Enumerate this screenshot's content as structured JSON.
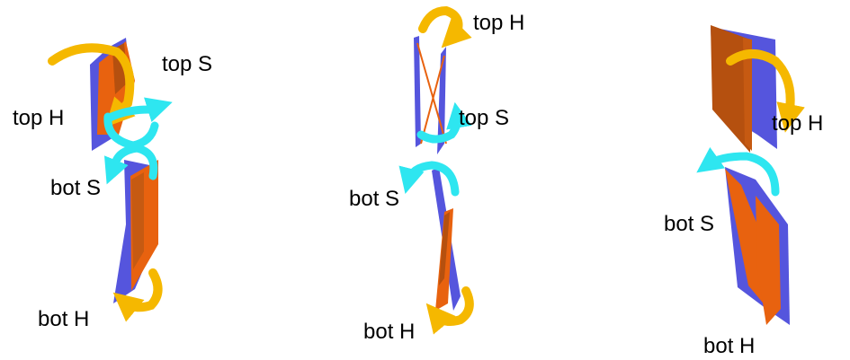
{
  "colors": {
    "panel_blue": "#5555dd",
    "panel_orange": "#e8620f",
    "panel_dark_orange": "#b5500f",
    "hinge_arrow": "#f5b800",
    "hinge_arrow_dark": "#e0a000",
    "shoulder_arrow": "#2ee6f0"
  },
  "icons": {
    "hinge_rotation": "curved-arrow-icon",
    "shoulder_rotation": "curved-arrow-icon"
  },
  "figures": [
    {
      "labels": {
        "top_h": "top H",
        "top_s": "top S",
        "bot_s": "bot S",
        "bot_h": "bot H"
      }
    },
    {
      "labels": {
        "top_h": "top H",
        "top_s": "top S",
        "bot_s": "bot S",
        "bot_h": "bot H"
      }
    },
    {
      "labels": {
        "top_h": "top H",
        "bot_s": "bot S",
        "bot_h": "bot H"
      }
    }
  ]
}
